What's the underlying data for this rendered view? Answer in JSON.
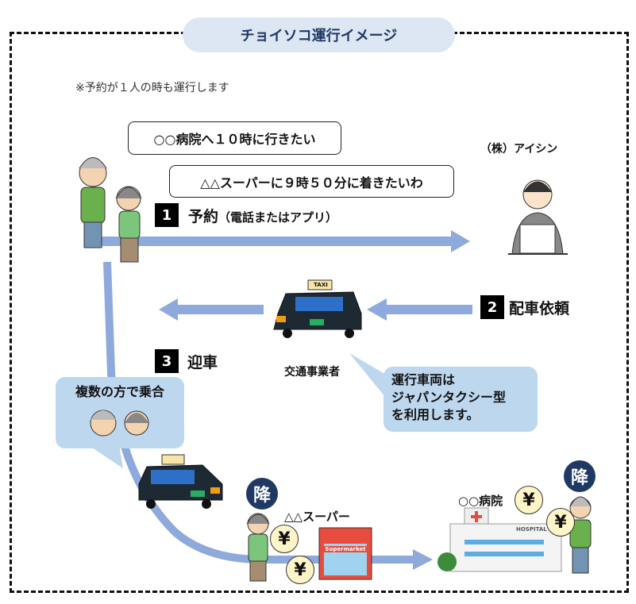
{
  "title": "チョイソコ運行イメージ",
  "note": "※予約が１人の時も運行します",
  "speech": {
    "man": "○○病院へ１０時に行きたい",
    "woman": "△△スーパーに９時５０分に着きたいわ"
  },
  "operator_label": "（株）アイシン",
  "steps": [
    {
      "number": "1",
      "label": "予約",
      "sub": "（電話またはアプリ）"
    },
    {
      "number": "2",
      "label": "配車依頼"
    },
    {
      "number": "3",
      "label": "迎車"
    }
  ],
  "transport_label": "交通事業者",
  "taxi_sign": "TAXI",
  "vehicle_callout": [
    "運行車両は",
    "ジャパンタクシー型",
    "を利用します。"
  ],
  "shared_ride": "複数の方で乗合",
  "drop_off": "降",
  "supermarket_label": "△△スーパー",
  "supermarket_sign": "Supermarket",
  "hospital_label": "○○病院",
  "hospital_sign": "HOSPITAL",
  "fare_symbol": "¥",
  "colors": {
    "arrow": "#8ea9db",
    "title_bg": "#dde6f3",
    "callout": "#bdd7ee",
    "badge_navy": "#1f3864"
  }
}
